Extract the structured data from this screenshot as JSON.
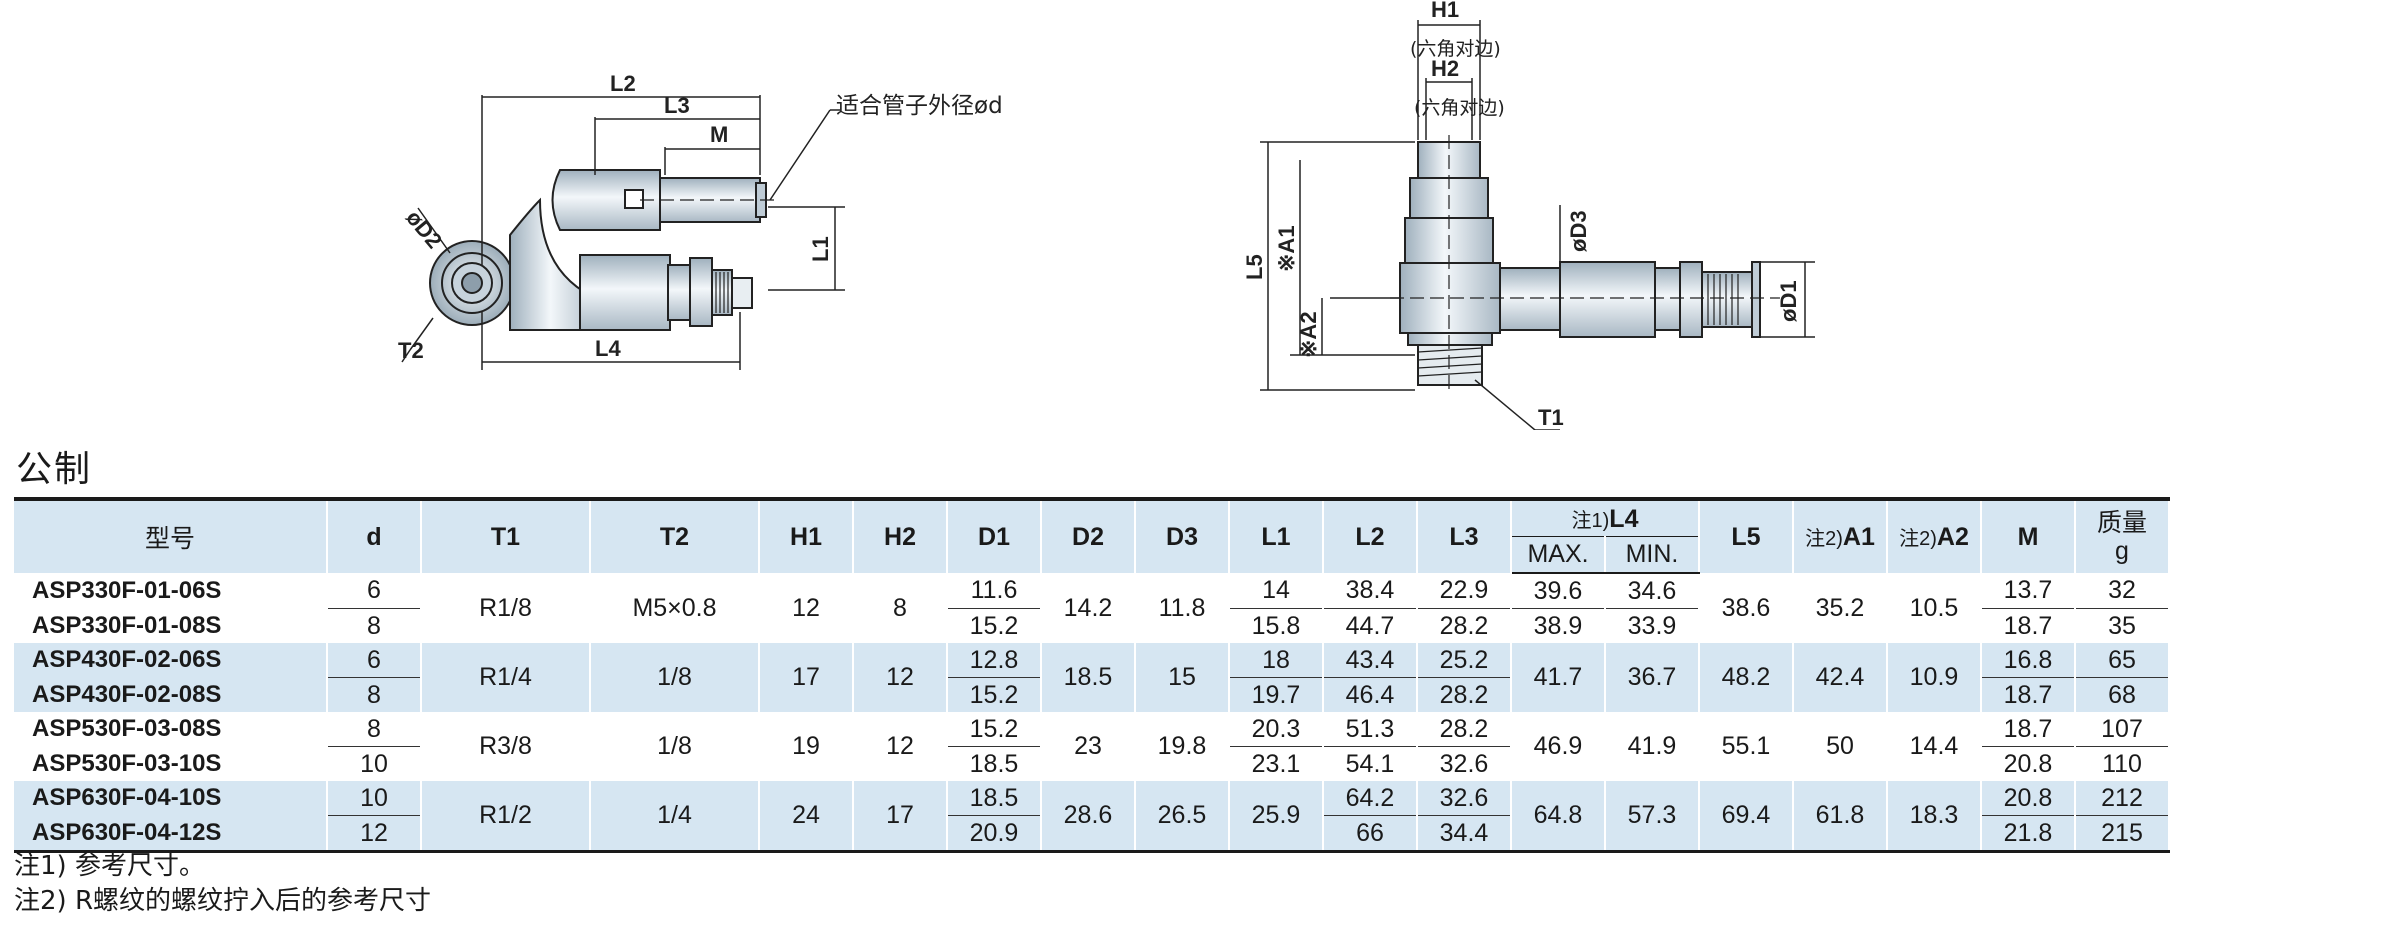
{
  "drawing": {
    "left_labels": {
      "L2": "L2",
      "L3": "L3",
      "M": "M",
      "L1": "L1",
      "L4": "L4",
      "D2": "øD2",
      "T2": "T2",
      "pipe_callout": "适合管子外径ød"
    },
    "right_labels": {
      "H1": "H1",
      "H1_note": "(六角对边)",
      "H2": "H2",
      "H2_note": "(六角对边)",
      "L5": "L5",
      "A1": "※A1",
      "A2": "※A2",
      "D3": "øD3",
      "D1": "øD1",
      "T1": "T1"
    }
  },
  "section_title": "公制",
  "table": {
    "headers": {
      "model": "型号",
      "d": "d",
      "T1": "T1",
      "T2": "T2",
      "H1": "H1",
      "H2": "H2",
      "D1": "D1",
      "D2": "D2",
      "D3": "D3",
      "L1": "L1",
      "L2": "L2",
      "L3": "L3",
      "L4_note": "注1)",
      "L4": "L4",
      "L4_max": "MAX.",
      "L4_min": "MIN.",
      "L5": "L5",
      "A1_note": "注2)",
      "A1": "A1",
      "A2_note": "注2)",
      "A2": "A2",
      "M": "M",
      "mass": "质量",
      "mass_unit": "g"
    },
    "groups": [
      {
        "T1": "R1/8",
        "T2": "M5×0.8",
        "H1": "12",
        "H2": "8",
        "D2": "14.2",
        "D3": "11.8",
        "L4max": null,
        "L4min": null,
        "L5": "38.6",
        "A1": "35.2",
        "A2": "10.5",
        "L1span": null,
        "rows": [
          {
            "model": "ASP330F-01-06S",
            "d": "6",
            "D1": "11.6",
            "L1": "14",
            "L2": "38.4",
            "L3": "22.9",
            "L4max": "39.6",
            "L4min": "34.6",
            "M": "13.7",
            "mass": "32"
          },
          {
            "model": "ASP330F-01-08S",
            "d": "8",
            "D1": "15.2",
            "L1": "15.8",
            "L2": "44.7",
            "L3": "28.2",
            "L4max": "38.9",
            "L4min": "33.9",
            "M": "18.7",
            "mass": "35"
          }
        ]
      },
      {
        "T1": "R1/4",
        "T2": "1/8",
        "H1": "17",
        "H2": "12",
        "D2": "18.5",
        "D3": "15",
        "L4max": "41.7",
        "L4min": "36.7",
        "L5": "48.2",
        "A1": "42.4",
        "A2": "10.9",
        "L1span": null,
        "rows": [
          {
            "model": "ASP430F-02-06S",
            "d": "6",
            "D1": "12.8",
            "L1": "18",
            "L2": "43.4",
            "L3": "25.2",
            "M": "16.8",
            "mass": "65"
          },
          {
            "model": "ASP430F-02-08S",
            "d": "8",
            "D1": "15.2",
            "L1": "19.7",
            "L2": "46.4",
            "L3": "28.2",
            "M": "18.7",
            "mass": "68"
          }
        ]
      },
      {
        "T1": "R3/8",
        "T2": "1/8",
        "H1": "19",
        "H2": "12",
        "D2": "23",
        "D3": "19.8",
        "L4max": "46.9",
        "L4min": "41.9",
        "L5": "55.1",
        "A1": "50",
        "A2": "14.4",
        "L1span": null,
        "rows": [
          {
            "model": "ASP530F-03-08S",
            "d": "8",
            "D1": "15.2",
            "L1": "20.3",
            "L2": "51.3",
            "L3": "28.2",
            "M": "18.7",
            "mass": "107"
          },
          {
            "model": "ASP530F-03-10S",
            "d": "10",
            "D1": "18.5",
            "L1": "23.1",
            "L2": "54.1",
            "L3": "32.6",
            "M": "20.8",
            "mass": "110"
          }
        ]
      },
      {
        "T1": "R1/2",
        "T2": "1/4",
        "H1": "24",
        "H2": "17",
        "D2": "28.6",
        "D3": "26.5",
        "L4max": "64.8",
        "L4min": "57.3",
        "L5": "69.4",
        "A1": "61.8",
        "A2": "18.3",
        "L1span": "25.9",
        "rows": [
          {
            "model": "ASP630F-04-10S",
            "d": "10",
            "D1": "18.5",
            "L2": "64.2",
            "L3": "32.6",
            "M": "20.8",
            "mass": "212"
          },
          {
            "model": "ASP630F-04-12S",
            "d": "12",
            "D1": "20.9",
            "L2": "66",
            "L3": "34.4",
            "M": "21.8",
            "mass": "215"
          }
        ]
      }
    ]
  },
  "notes": {
    "note1": "注1) 参考尺寸。",
    "note2": "注2) R螺纹的螺纹拧入后的参考尺寸"
  }
}
